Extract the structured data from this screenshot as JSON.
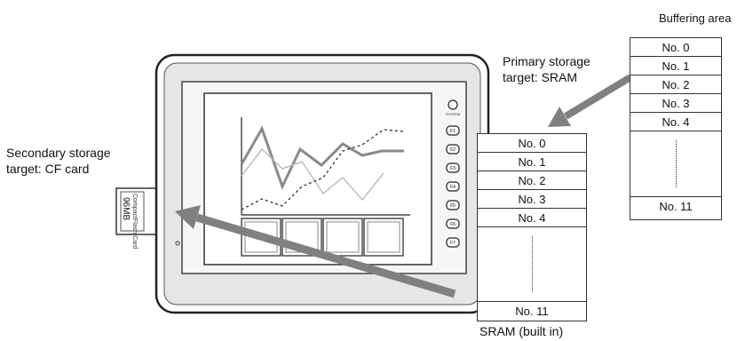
{
  "labels": {
    "buffering_area": "Buffering area",
    "primary_line1": "Primary storage",
    "primary_line2": "target: SRAM",
    "secondary_line1": "Secondary storage",
    "secondary_line2": "target: CF card",
    "sram_caption": "SRAM (built in)"
  },
  "buffer_rows": [
    "No.  0",
    "No.  1",
    "No.  2",
    "No.  3",
    "No.  4"
  ],
  "buffer_last": "No. 11",
  "sram_rows": [
    "No.  0",
    "No.  1",
    "No.  2",
    "No.  3",
    "No.  4"
  ],
  "sram_last": "No. 11",
  "device": {
    "system_label": "SYSTEM",
    "function_keys": [
      "F1",
      "F2",
      "F3",
      "F4",
      "F5",
      "F6",
      "F7"
    ],
    "cf_card_text": "CompactFlash Card",
    "cf_card_size": "96MB"
  }
}
